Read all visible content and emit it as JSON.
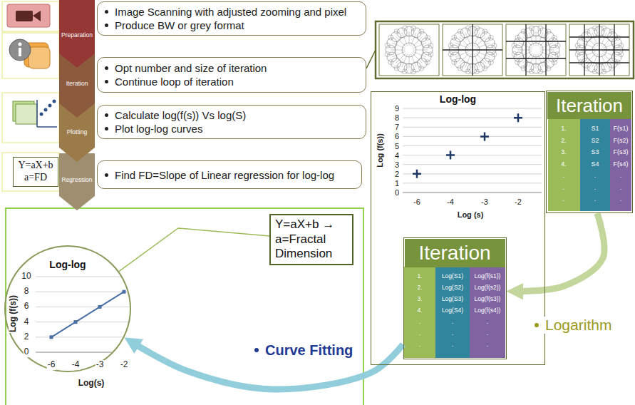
{
  "diagram": {
    "nodes": [
      {
        "text": [
          "Preparation"
        ]
      },
      {
        "text": [
          "Image Scanning with adjusted zooming and pixel",
          "Produce BW or grey format"
        ]
      },
      {
        "text": [
          "Iteration"
        ]
      },
      {
        "text": [
          "Opt number and size of iteration",
          "Continue loop of iteration"
        ]
      },
      {
        "text": [
          "Plotting"
        ]
      },
      {
        "text": [
          "Calculate log(f(s)) Vs log(S)",
          "Plot log-log curves"
        ]
      },
      {
        "text": [
          "Regression"
        ]
      },
      {
        "text": [
          "Find FD=Slope of Linear regression for log-log"
        ]
      },
      {
        "text": [
          "Y=aX+b a=FD"
        ]
      },
      {
        "text": [
          "Log-log"
        ]
      },
      {
        "text": [
          "Iteration"
        ]
      },
      {
        "text": [
          "Iteration"
        ],
        "in": 9
      },
      {
        "text": [
          "Log-log"
        ]
      },
      {
        "text": [
          "Y=aX+b → a=Fractal Dimension"
        ]
      }
    ],
    "edges": [
      {
        "from": 10,
        "to": 11,
        "arrow": "to",
        "label": "Logarithm"
      },
      {
        "from": 11,
        "to": 12,
        "arrow": "to",
        "label": "Curve Fitting"
      },
      {
        "from": 12,
        "to": 13,
        "arrow": "none"
      }
    ],
    "labels": [
      "0",
      "1",
      "2",
      "3",
      "4",
      "5",
      "6",
      "7",
      "8",
      "9",
      "-6",
      "-4",
      "-3",
      "-2",
      "Log (f(s))",
      "Log (s)",
      "1.",
      "2.",
      "3.",
      "4.",
      ".",
      ".",
      ".",
      "S1",
      "S2",
      "S3",
      "S4",
      ".",
      ".",
      ".",
      "F(s1)",
      "F(s2)",
      "F(s3)",
      "F(s4)",
      ".",
      ".",
      ".",
      "1.",
      "2.",
      "3.",
      "4.",
      ".",
      ".",
      ".",
      "Log(S1)",
      "Log(S2)",
      "Log(S3)",
      "Log(S4)",
      ".",
      ".",
      ".",
      "Log(f(s1))",
      "Log(f(s2))",
      "Log(f(s3))",
      "Log(f(s4))",
      ".",
      ".",
      ".",
      "0",
      "2",
      "4",
      "6",
      "8",
      "10",
      "-6",
      "-4",
      "-3",
      "-2",
      "Log (f(s))",
      "Log(s)"
    ]
  }
}
